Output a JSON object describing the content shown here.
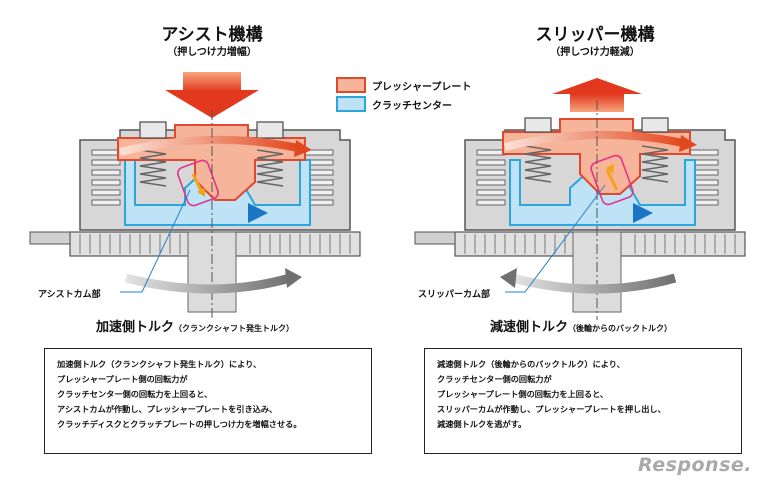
{
  "left": {
    "title": "アシスト機構",
    "subtitle": "（押しつけ力増幅）",
    "cam_label": "アシストカム部",
    "torque_main": "加速側トルク",
    "torque_sub": "（クランクシャフト発生トルク）",
    "description": [
      "加速側トルク（クランクシャフト発生トルク）により、",
      "プレッシャープレート側の回転力が",
      "クラッチセンター側の回転力を上回ると、",
      "アシストカムが作動し、プレッシャープレートを引き込み、",
      "クラッチディスクとクラッチプレートの押しつけ力を増幅させる。"
    ]
  },
  "right": {
    "title": "スリッパー機構",
    "subtitle": "（押しつけ力軽減）",
    "cam_label": "スリッパーカム部",
    "torque_main": "減速側トルク",
    "torque_sub": "（後輪からのバックトルク）",
    "description": [
      "減速側トルク（後輪からのバックトルク）により、",
      "クラッチセンター側の回転力が",
      "プレッシャープレート側の回転力を上回ると、",
      "スリッパーカムが作動し、プレッシャープレートを押し出し、",
      "減速側トルクを逃がす。"
    ]
  },
  "legend": [
    {
      "label": "プレッシャープレート",
      "fill": "#f6b49a",
      "stroke": "#e0492b"
    },
    {
      "label": "クラッチセンター",
      "fill": "#bfe3f6",
      "stroke": "#2aa6dc"
    }
  ],
  "logo": "Response."
}
